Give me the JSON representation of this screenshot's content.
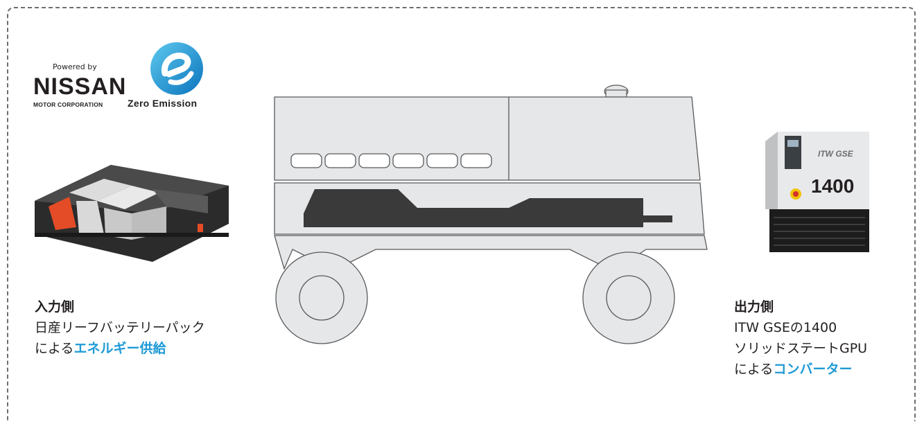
{
  "logos": {
    "powered_by": "Powered by",
    "nissan": "NISSAN",
    "nissan_sub": "MOTOR CORPORATION",
    "zero_emission": "Zero Emission"
  },
  "input": {
    "heading": "入力側",
    "line1": "日産リーフバッテリーパック",
    "line2_prefix": "による",
    "line2_highlight": "エネルギー供給"
  },
  "output": {
    "heading": "出力側",
    "line1": "ITW GSEの1400",
    "line2": "ソリッドステートGPU",
    "line3_prefix": "による",
    "line3_highlight": "コンバーター"
  },
  "gpu_label": "1400",
  "gpu_brand": "ITW GSE",
  "colors": {
    "accent": "#1e9ad6",
    "vehicle_fill": "#e6e7e8",
    "vehicle_stroke": "#58595b",
    "battery_shape": "#3a3a3a"
  }
}
